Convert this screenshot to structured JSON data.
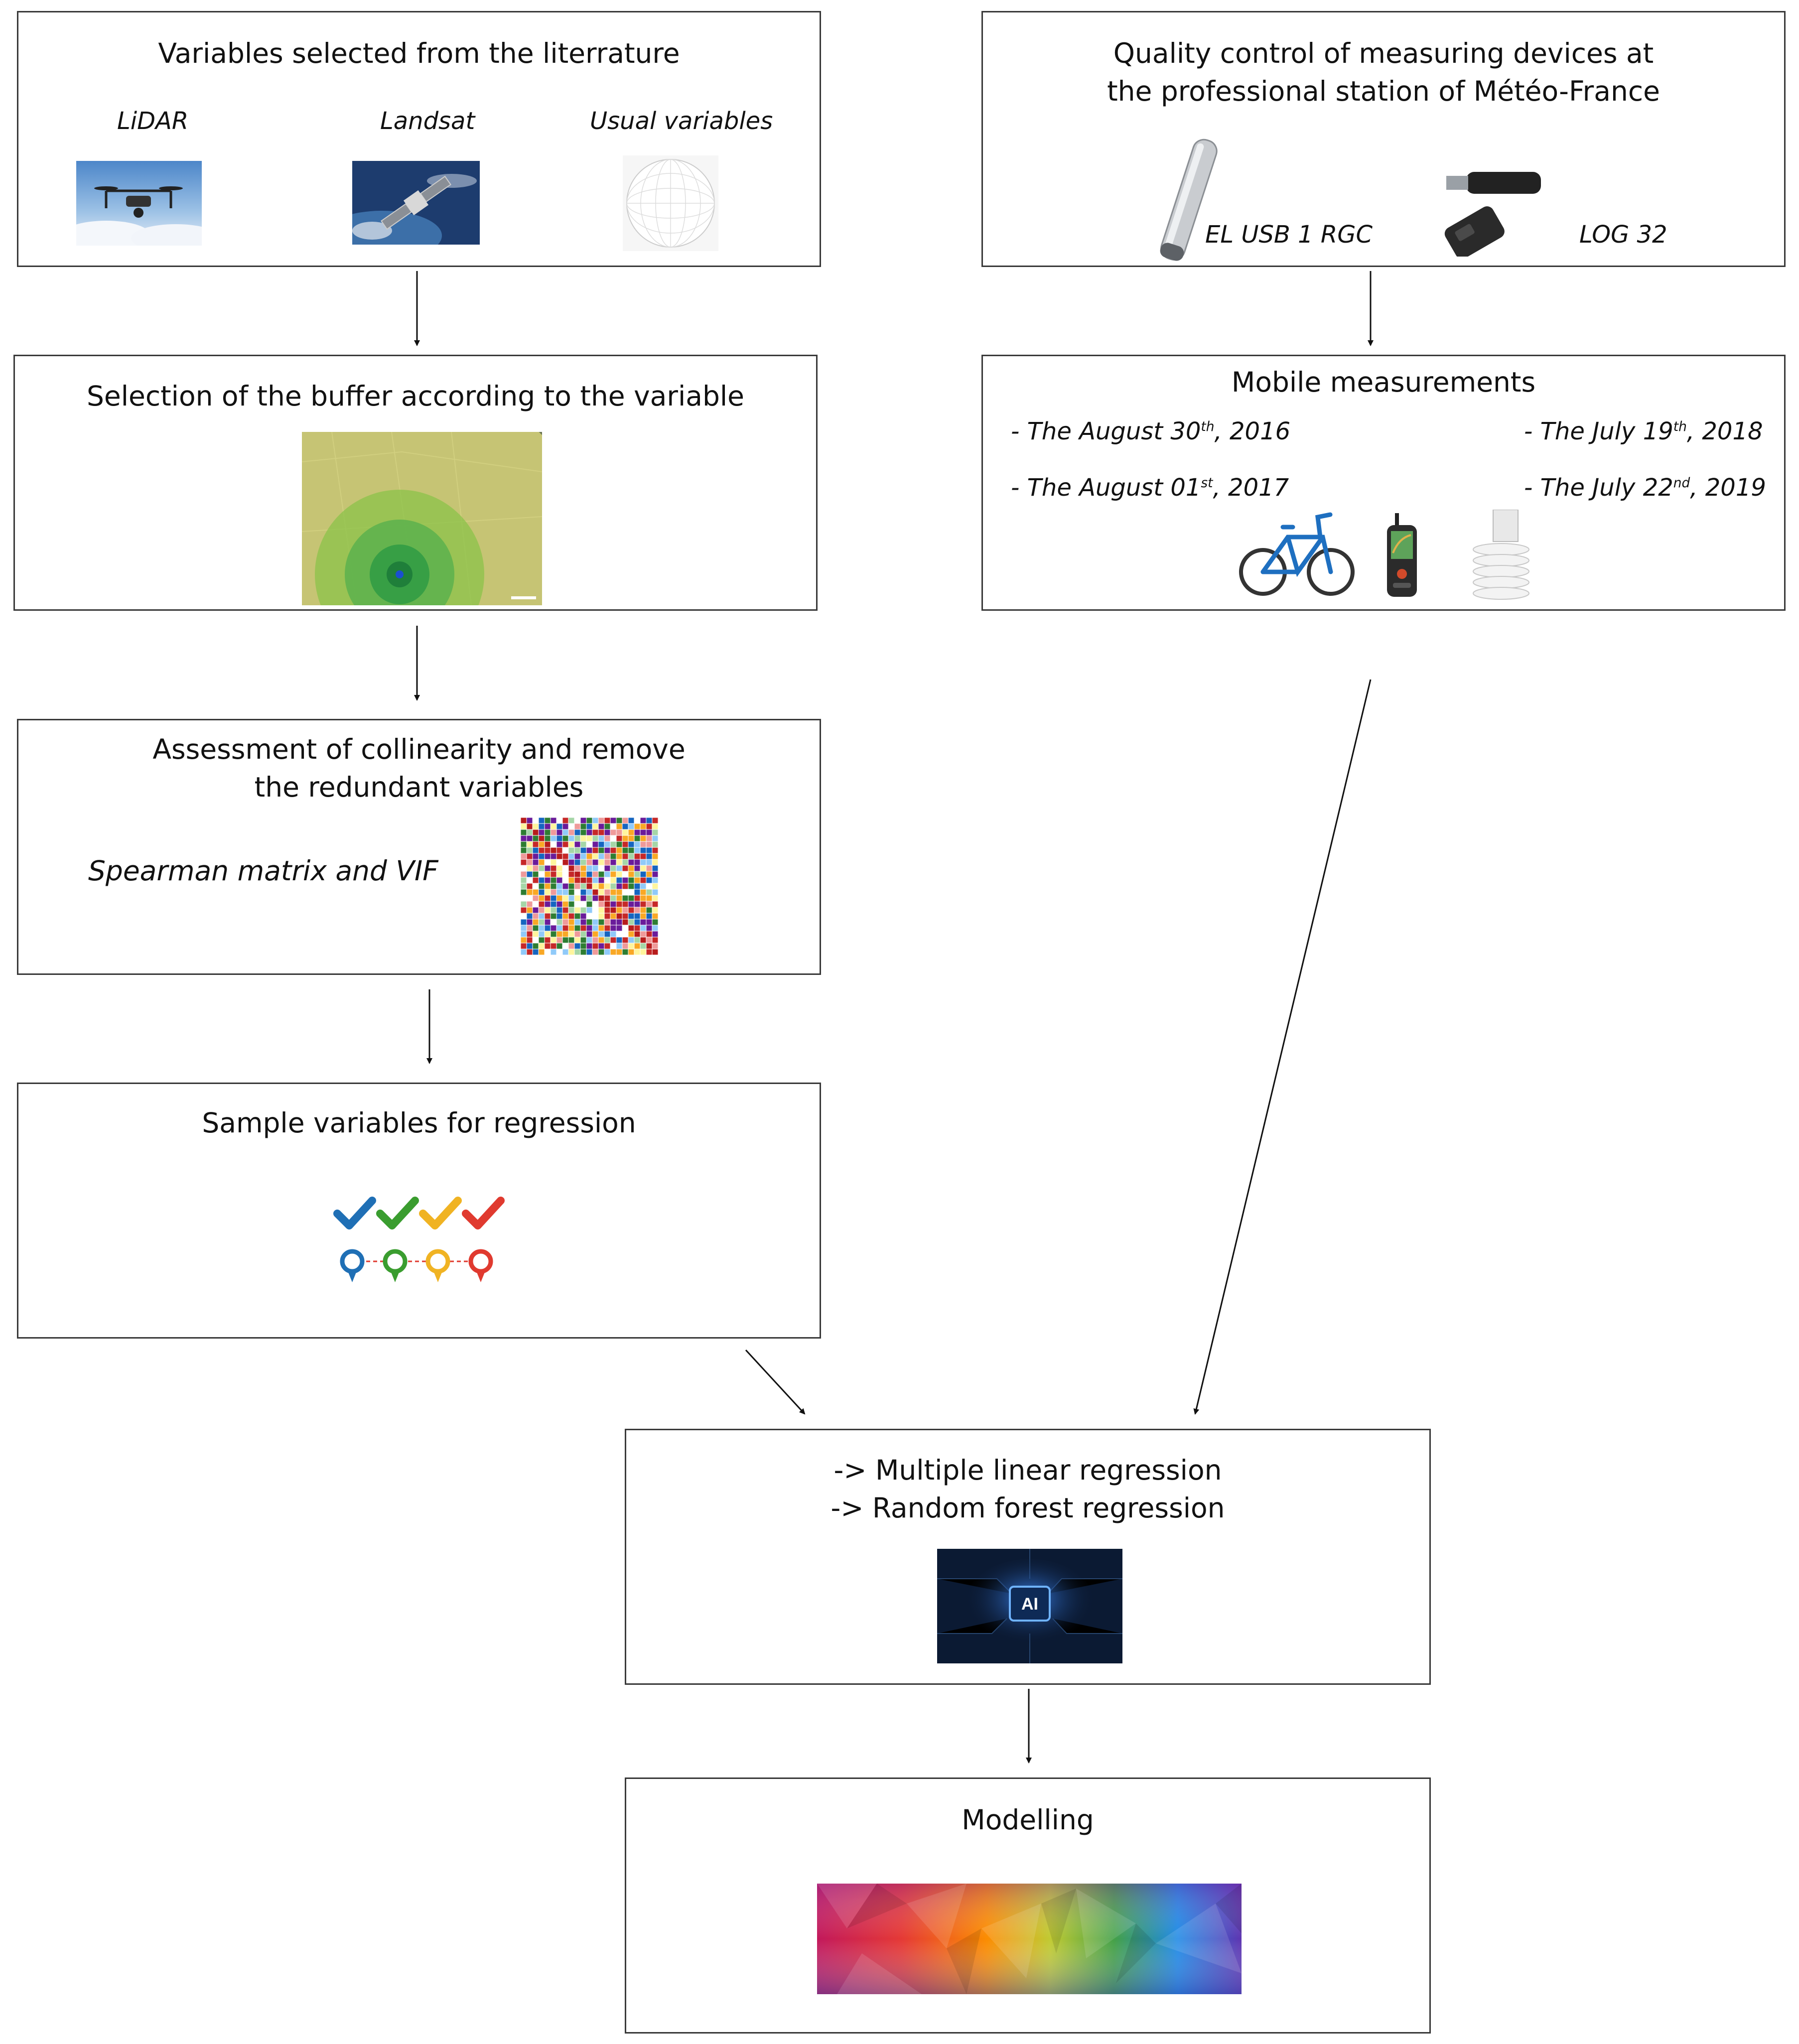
{
  "boxes": {
    "literature": {
      "title": "Variables selected from the literrature",
      "labels": [
        "LiDAR",
        "Landsat",
        "Usual variables"
      ]
    },
    "quality": {
      "title_line1": "Quality control of measuring devices at",
      "title_line2": "the professional station of Météo-France",
      "labels": [
        "EL USB 1 RGC",
        "LOG 32"
      ]
    },
    "buffer": {
      "title": "Selection of the buffer according to the variable"
    },
    "mobile": {
      "title": "Mobile measurements",
      "dates": [
        {
          "pre": "- The August 30",
          "sup": "th",
          "post": ", 2016"
        },
        {
          "pre": "- The July 19",
          "sup": "th",
          "post": ", 2018"
        },
        {
          "pre": "- The August 01",
          "sup": "st",
          "post": ", 2017"
        },
        {
          "pre": "- The July 22",
          "sup": "nd",
          "post": ", 2019"
        }
      ]
    },
    "collinearity": {
      "title_line1": "Assessment of collinearity and remove",
      "title_line2": "the redundant variables",
      "label": "Spearman matrix and VIF"
    },
    "sample": {
      "title": "Sample variables for regression"
    },
    "regression": {
      "line1": "-> Multiple linear regression",
      "line2": "-> Random forest regression",
      "ai_label": "AI"
    },
    "modelling": {
      "title": "Modelling"
    }
  },
  "icons": {
    "lidar": "drone-photo-icon",
    "landsat": "satellite-photo-icon",
    "usual": "globe-grid-icon",
    "el_usb": "usb-logger-stick-icon",
    "log32": "usb-logger-icon",
    "buffer": "buffer-map-icon",
    "bike": "bicycle-icon",
    "gps": "gps-device-icon",
    "sensor": "radiation-shield-sensor-icon",
    "matrix": "correlation-matrix-icon",
    "checks": "checkmark-row-icon",
    "ai": "ai-chip-icon",
    "model": "polygon-gradient-icon"
  },
  "colors": {
    "check_blue": "#1f6fb5",
    "check_green": "#3a9d2f",
    "check_yellow": "#f0b323",
    "check_red": "#e03a2f"
  }
}
